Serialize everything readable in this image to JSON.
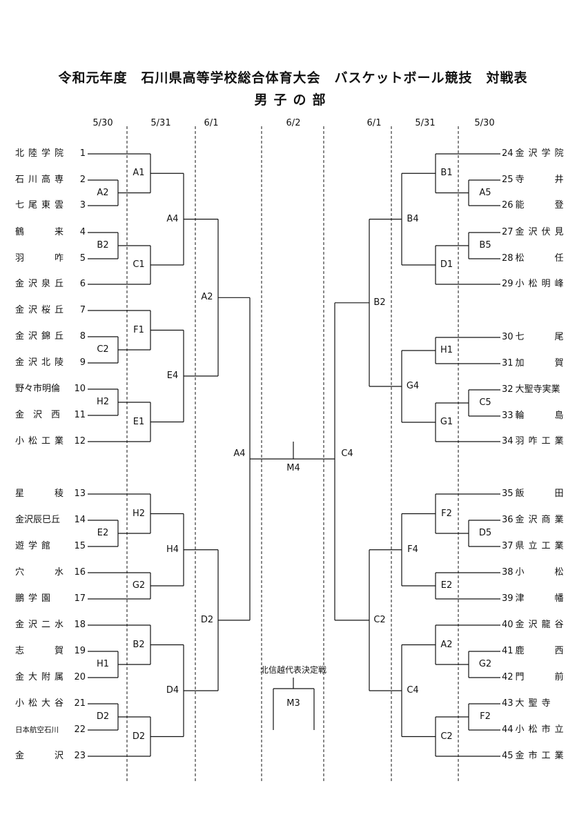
{
  "title": "令和元年度　石川県高等学校総合体育大会　バスケットボール競技　対戦表",
  "subtitle": "男子の部",
  "dates": [
    "5/30",
    "5/31",
    "6/1",
    "6/2",
    "6/1",
    "5/31",
    "5/30"
  ],
  "left_teams": [
    {
      "num": "1",
      "name": "北陸学院"
    },
    {
      "num": "2",
      "name": "石川高専"
    },
    {
      "num": "3",
      "name": "七尾東雲"
    },
    {
      "num": "4",
      "name": "鶴　　来"
    },
    {
      "num": "5",
      "name": "羽　　咋"
    },
    {
      "num": "6",
      "name": "金沢泉丘"
    },
    {
      "num": "7",
      "name": "金沢桜丘"
    },
    {
      "num": "8",
      "name": "金沢錦丘"
    },
    {
      "num": "9",
      "name": "金沢北陵"
    },
    {
      "num": "10",
      "name": "野々市明倫"
    },
    {
      "num": "11",
      "name": "金　沢　西"
    },
    {
      "num": "12",
      "name": "小松工業"
    },
    {
      "num": "13",
      "name": "星　　稜"
    },
    {
      "num": "14",
      "name": "金沢辰巳丘"
    },
    {
      "num": "15",
      "name": "遊学館"
    },
    {
      "num": "16",
      "name": "穴　　水"
    },
    {
      "num": "17",
      "name": "鵬学園"
    },
    {
      "num": "18",
      "name": "金沢二水"
    },
    {
      "num": "19",
      "name": "志　　賀"
    },
    {
      "num": "20",
      "name": "金大附属"
    },
    {
      "num": "21",
      "name": "小松大谷"
    },
    {
      "num": "22",
      "name": "日本航空石川"
    },
    {
      "num": "23",
      "name": "金　　沢"
    }
  ],
  "right_teams": [
    {
      "num": "24",
      "name": "金沢学院"
    },
    {
      "num": "25",
      "name": "寺　　井"
    },
    {
      "num": "26",
      "name": "能　　登"
    },
    {
      "num": "27",
      "name": "金沢伏見"
    },
    {
      "num": "28",
      "name": "松　　任"
    },
    {
      "num": "29",
      "name": "小松明峰"
    },
    {
      "num": "30",
      "name": "七　　尾"
    },
    {
      "num": "31",
      "name": "加　　賀"
    },
    {
      "num": "32",
      "name": "大聖寺実業"
    },
    {
      "num": "33",
      "name": "輪　　島"
    },
    {
      "num": "34",
      "name": "羽咋工業"
    },
    {
      "num": "35",
      "name": "飯　　田"
    },
    {
      "num": "36",
      "name": "金沢商業"
    },
    {
      "num": "37",
      "name": "県立工業"
    },
    {
      "num": "38",
      "name": "小　　松"
    },
    {
      "num": "39",
      "name": "津　　幡"
    },
    {
      "num": "40",
      "name": "金沢龍谷"
    },
    {
      "num": "41",
      "name": "鹿　　西"
    },
    {
      "num": "42",
      "name": "門　　前"
    },
    {
      "num": "43",
      "name": "大聖寺"
    },
    {
      "num": "44",
      "name": "小松市立"
    },
    {
      "num": "45",
      "name": "金市工業"
    }
  ],
  "match_labels": {
    "l_a2": "A2",
    "l_b2": "B2",
    "l_c2": "C2",
    "l_h2": "H2",
    "l_e2": "E2",
    "l_h1": "H1",
    "l_d2": "D2",
    "l_a1": "A1",
    "l_c1": "C1",
    "l_f1": "F1",
    "l_e1": "E1",
    "l_h2b": "H2",
    "l_g2": "G2",
    "l_b2b": "B2",
    "l_d2b": "D2",
    "l_a4": "A4",
    "l_e4": "E4",
    "l_h4": "H4",
    "l_d4": "D4",
    "l_a2b": "A2",
    "l_d2c": "D2",
    "l_a4b": "A4",
    "r_a5": "A5",
    "r_b5": "B5",
    "r_c5": "C5",
    "r_d5": "D5",
    "r_g2": "G2",
    "r_f2": "F2",
    "r_b1": "B1",
    "r_d1": "D1",
    "r_h1": "H1",
    "r_g1": "G1",
    "r_f2b": "F2",
    "r_e2": "E2",
    "r_a2": "A2",
    "r_c2": "C2",
    "r_b4": "B4",
    "r_g4": "G4",
    "r_f4": "F4",
    "r_c4": "C4",
    "r_b2": "B2",
    "r_c2b": "C2",
    "r_c4b": "C4",
    "m4": "M4",
    "m3": "M3"
  },
  "hokushinetsu_label": "北信越代表決定戦"
}
